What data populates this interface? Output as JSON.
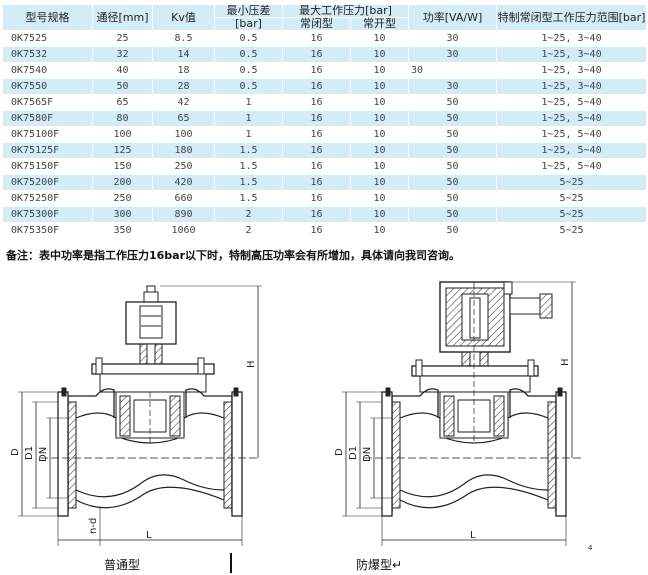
{
  "table": {
    "headers": {
      "model": "型号规格",
      "diameter": "通径[mm]",
      "kv": "Kv值",
      "min_pressure": "最小压差",
      "min_pressure_unit": "[bar]",
      "max_pressure": "最大工作压力[bar]",
      "normally_closed": "常闭型",
      "normally_open": "常开型",
      "power": "功率[VA/W]",
      "special": "特制常闭型工作压力范围[bar]"
    },
    "rows": [
      {
        "model": "0K7525",
        "dn": "25",
        "kv": "8.5",
        "min": "0.5",
        "nc": "16",
        "no": "10",
        "power": "30",
        "power_left": "",
        "special": "1~25, 3~40"
      },
      {
        "model": "0K7532",
        "dn": "32",
        "kv": "14",
        "min": "0.5",
        "nc": "16",
        "no": "10",
        "power": "30",
        "power_left": "",
        "special": "1~25, 3~40"
      },
      {
        "model": "0K7540",
        "dn": "40",
        "kv": "18",
        "min": "0.5",
        "nc": "16",
        "no": "10",
        "power": "",
        "power_left": "30",
        "special": "1~25, 3~40"
      },
      {
        "model": "0K7550",
        "dn": "50",
        "kv": "28",
        "min": "0.5",
        "nc": "16",
        "no": "10",
        "power": "30",
        "power_left": "",
        "special": "1~25, 3~40"
      },
      {
        "model": "0K7565F",
        "dn": "65",
        "kv": "42",
        "min": "1",
        "nc": "16",
        "no": "10",
        "power": "50",
        "power_left": "",
        "special": "1~25, 5~40"
      },
      {
        "model": "0K7580F",
        "dn": "80",
        "kv": "65",
        "min": "1",
        "nc": "16",
        "no": "10",
        "power": "50",
        "power_left": "",
        "special": "1~25, 5~40"
      },
      {
        "model": "0K75100F",
        "dn": "100",
        "kv": "100",
        "min": "1",
        "nc": "16",
        "no": "10",
        "power": "50",
        "power_left": "",
        "special": "1~25, 5~40"
      },
      {
        "model": "0K75125F",
        "dn": "125",
        "kv": "180",
        "min": "1.5",
        "nc": "16",
        "no": "10",
        "power": "50",
        "power_left": "",
        "special": "1~25, 5~40"
      },
      {
        "model": "0K75150F",
        "dn": "150",
        "kv": "250",
        "min": "1.5",
        "nc": "16",
        "no": "10",
        "power": "50",
        "power_left": "",
        "special": "1~25, 5~40"
      },
      {
        "model": "0K75200F",
        "dn": "200",
        "kv": "420",
        "min": "1.5",
        "nc": "16",
        "no": "10",
        "power": "50",
        "power_left": "",
        "special": "5~25"
      },
      {
        "model": "0K75250F",
        "dn": "250",
        "kv": "660",
        "min": "1.5",
        "nc": "16",
        "no": "10",
        "power": "50",
        "power_left": "",
        "special": "5~25"
      },
      {
        "model": "0K75300F",
        "dn": "300",
        "kv": "890",
        "min": "2",
        "nc": "16",
        "no": "10",
        "power": "50",
        "power_left": "",
        "special": "5~25"
      },
      {
        "model": "0K75350F",
        "dn": "350",
        "kv": "1060",
        "min": "2",
        "nc": "16",
        "no": "10",
        "power": "50",
        "power_left": "",
        "special": "5~25"
      }
    ]
  },
  "note": "备注：表中功率是指工作压力16bar以下时，特制高压功率会有所增加，具体请向我司咨询。",
  "drawings": {
    "left_caption": "普通型",
    "right_caption": "防爆型↵",
    "dim_D": "D",
    "dim_D1": "D1",
    "dim_DN": "DN",
    "dim_H": "H",
    "dim_L": "L",
    "dim_nd": "n-d",
    "page_mark": "4"
  }
}
